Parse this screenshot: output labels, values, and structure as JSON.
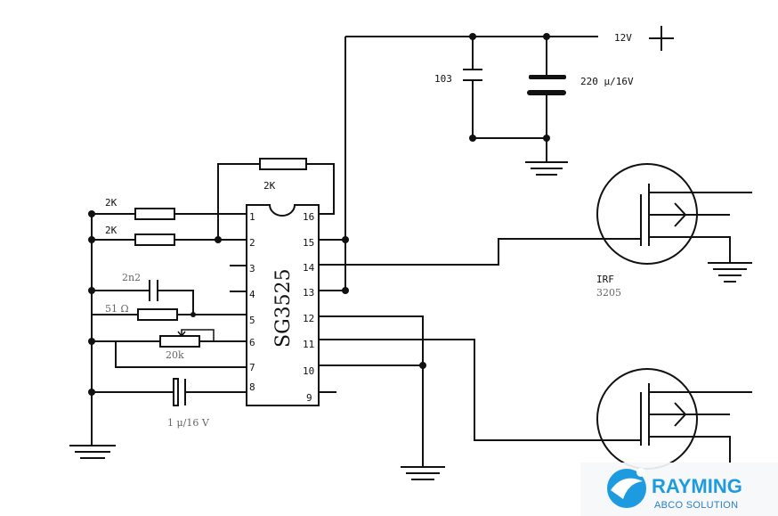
{
  "chip": {
    "name": "SG3525",
    "pins_left": [
      "1",
      "2",
      "3",
      "4",
      "5",
      "6",
      "7",
      "8"
    ],
    "pins_right": [
      "16",
      "15",
      "14",
      "13",
      "12",
      "11",
      "10",
      "9"
    ]
  },
  "labels": {
    "r_feedback": "2K",
    "r_in1": "2K",
    "r_in2": "2K",
    "cap_2n2": "2n2",
    "r_51": "51 Ω",
    "pot_20k": "20k",
    "cap_1u": "1 μ/16 V",
    "cap_103": "103",
    "cap_220u": "220 μ/16V",
    "supply": "12V",
    "supply_plus": "+",
    "mosfet_type": "IRF",
    "mosfet_part": "3205"
  },
  "watermark": {
    "brand": "RAYMING",
    "subtitle": "ABCO SOLUTION",
    "primary_color": "#1e9be0",
    "secondary_color": "#2a7fc4"
  }
}
